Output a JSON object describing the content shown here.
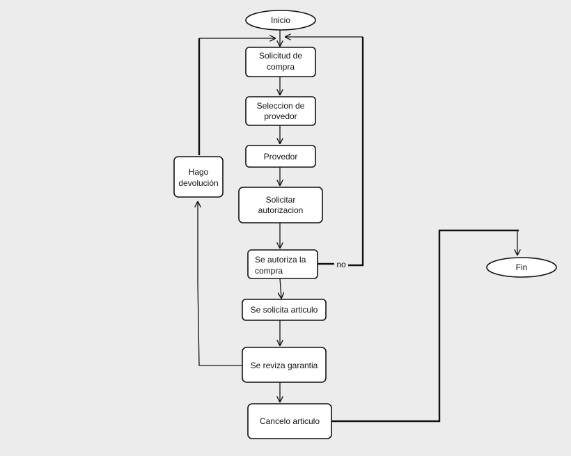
{
  "nodes": {
    "inicio": "Inicio",
    "solicitud_compra": [
      "Solicitud de",
      "compra"
    ],
    "seleccion_provedor": [
      "Seleccion de",
      "provedor"
    ],
    "provedor": "Provedor",
    "solicitar_autorizacion": [
      "Solicitar",
      "autorizacion"
    ],
    "se_autoriza": [
      "Se autoriza la",
      "compra"
    ],
    "se_solicita_articulo": "Se solicita articulo",
    "se_reviza_garantia": "Se reviza garantia",
    "cancelo_articulo": "Cancelo articulo",
    "hago_devolucion": [
      "Hago",
      "devolución"
    ],
    "fin": "Fin"
  },
  "edge_labels": {
    "no": "no"
  },
  "colors": {
    "background": "#ececec",
    "shape_fill": "#ffffff",
    "stroke": "#111111"
  }
}
